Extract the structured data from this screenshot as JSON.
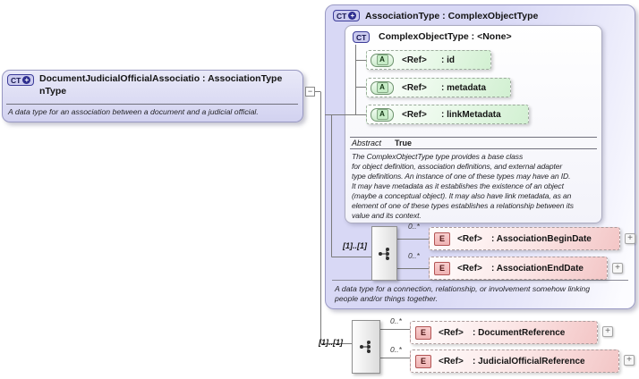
{
  "icons": {
    "plus": "+",
    "minus": "−",
    "expand": "+"
  },
  "colors": {
    "lavender": "#d8d8f5",
    "attr_green": "#d2f0d2",
    "elem_pink": "#f3c6c6",
    "line_gray": "#7a7a7a"
  },
  "left_box": {
    "badge": "CT",
    "name": "DocumentJudicialOfficialAssociationType",
    "title_lines": [
      "DocumentJudicialOfficialAssociatio : AssociationType",
      "nType"
    ],
    "description": "A data type for an association between a document and a judicial official."
  },
  "association_box": {
    "badge": "CT",
    "title": "AssociationType : ComplexObjectType",
    "description": "A data type for a connection, relationship, or involvement somehow linking\npeople and/or things together.",
    "base_box": {
      "badge": "CT",
      "title": "ComplexObjectType : <None>",
      "attributes": [
        {
          "badge": "A",
          "ref": "<Ref>",
          "name": ": id"
        },
        {
          "badge": "A",
          "ref": "<Ref>",
          "name": ": metadata"
        },
        {
          "badge": "A",
          "ref": "<Ref>",
          "name": ": linkMetadata"
        }
      ],
      "facet": {
        "label": "Abstract",
        "value": "True"
      },
      "description": "The ComplexObjectType type provides a base class\nfor object definition, association definitions, and external adapter\ntype definitions. An instance of one of these types may have an ID.\nIt may have metadata as it establishes the existence of an object\n(maybe a conceptual object). It may also have link metadata, as an\nelement of one of these types establishes a relationship between its\nvalue and its context."
    },
    "sequence": {
      "cardinality": "[1]..[1]",
      "elements": [
        {
          "badge": "E",
          "occurrence": "0..*",
          "ref": "<Ref>",
          "name": ": AssociationBeginDate"
        },
        {
          "badge": "E",
          "occurrence": "0..*",
          "ref": "<Ref>",
          "name": ": AssociationEndDate"
        }
      ]
    }
  },
  "outer_sequence": {
    "cardinality": "[1]..[1]",
    "elements": [
      {
        "badge": "E",
        "occurrence": "0..*",
        "ref": "<Ref>",
        "name": ": DocumentReference"
      },
      {
        "badge": "E",
        "occurrence": "0..*",
        "ref": "<Ref>",
        "name": ": JudicialOfficialReference"
      }
    ]
  }
}
